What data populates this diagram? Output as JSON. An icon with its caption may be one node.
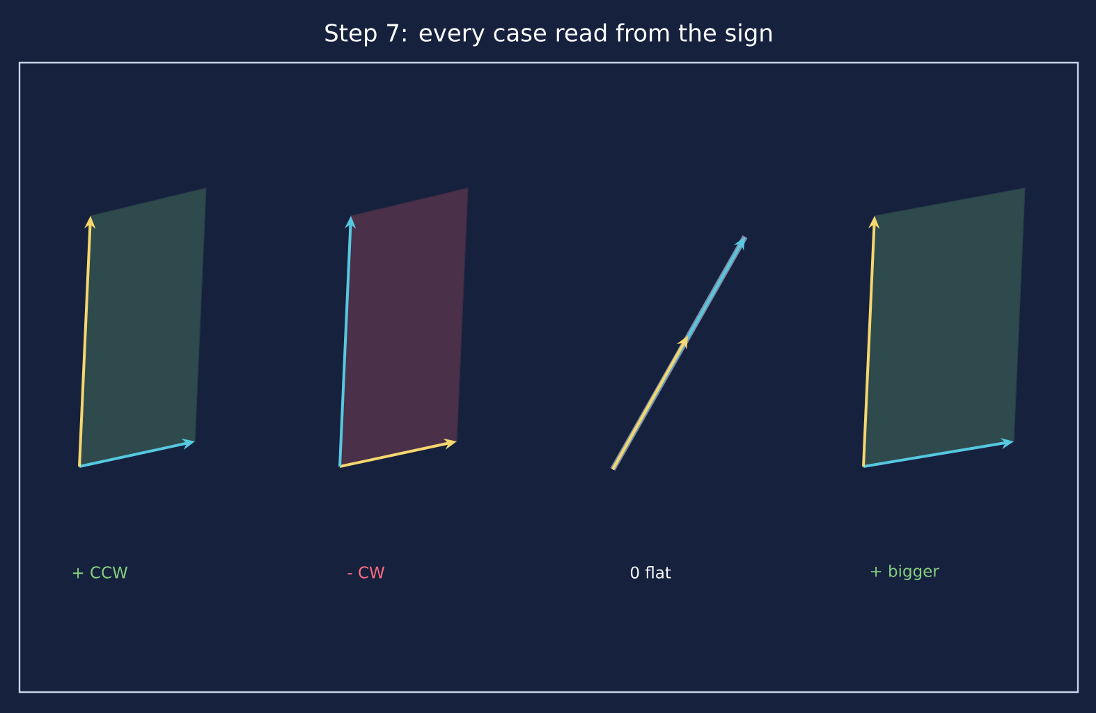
{
  "diagram": {
    "title": "Step 7: every case read from the sign",
    "labels": [
      "+ CCW",
      "- CW",
      "0 flat",
      "+ bigger"
    ]
  }
}
